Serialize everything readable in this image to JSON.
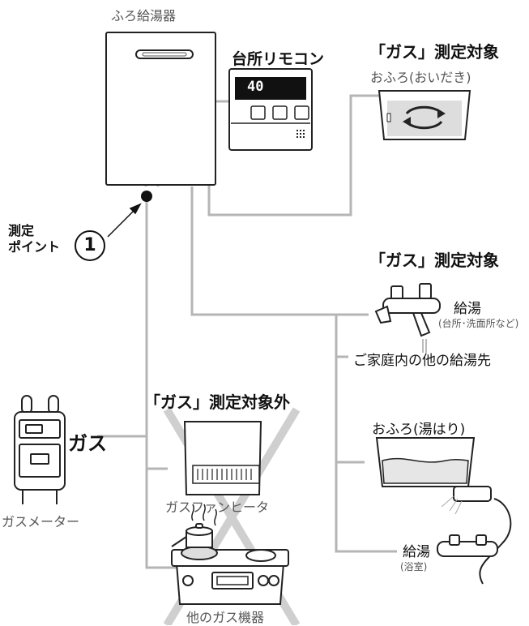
{
  "labels": {
    "water_heater": "ふろ給湯器",
    "remote": "台所リモコン",
    "remote_display": "40",
    "gas_target_1": "「ガス」測定対象",
    "bath_reheat": "おふろ(おいだき)",
    "measure_point_line1": "測定",
    "measure_point_line2": "ポイント",
    "measure_point_number": "1",
    "gas_target_2": "「ガス」測定対象",
    "hot_water_1": "給湯",
    "hot_water_1_sub": "(台所･洗面所など)",
    "other_hot_water": "ご家庭内の他の給湯先",
    "gas_non_target": "「ガス」測定対象外",
    "gas": "ガス",
    "gas_meter": "ガスメーター",
    "fan_heater": "ガスファンヒータ",
    "bath_fill": "おふろ(湯はり)",
    "hot_water_2": "給湯",
    "hot_water_2_sub": "(浴室)",
    "other_gas_appliances": "他のガス機器"
  },
  "colors": {
    "pipe": "#b5b5b5",
    "cross": "#c9c9c9",
    "outline": "#222222",
    "accent_dark": "#111111"
  }
}
